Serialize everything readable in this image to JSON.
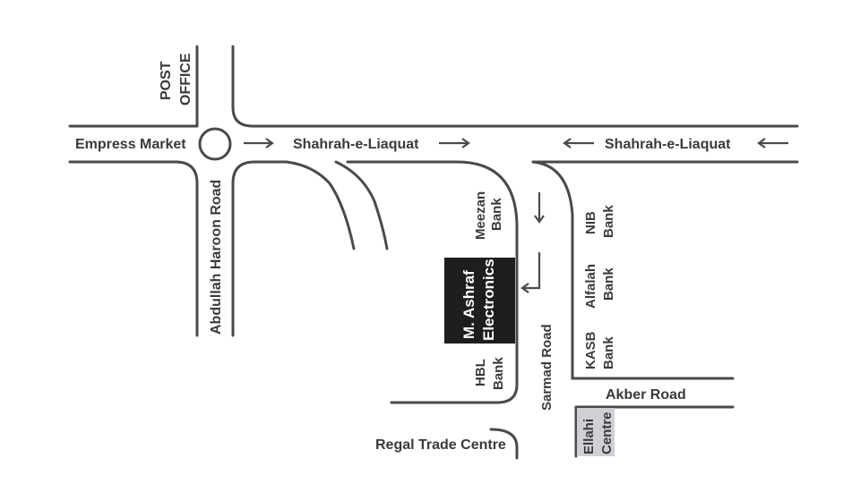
{
  "labels": {
    "post_office_1": "POST",
    "post_office_2": "OFFICE",
    "empress_market": "Empress Market",
    "shahrah_left": "Shahrah-e-Liaquat",
    "shahrah_right": "Shahrah-e-Liaquat",
    "abdullah_haroon": "Abdullah Haroon Road",
    "meezan_1": "Meezan",
    "meezan_2": "Bank",
    "nib_1": "NIB",
    "nib_2": "Bank",
    "alfalah_1": "Alfalah",
    "alfalah_2": "Bank",
    "kasb_1": "KASB",
    "kasb_2": "Bank",
    "ashraf_1": "M. Ashraf",
    "ashraf_2": "Electronics",
    "hbl_1": "HBL",
    "hbl_2": "Bank",
    "sarmad": "Sarmad Road",
    "akber": "Akber Road",
    "regal": "Regal Trade Centre",
    "ellahi_1": "Ellahi",
    "ellahi_2": "Centre"
  },
  "colors": {
    "road": "#4a4a4a",
    "text": "#3a3a3a",
    "highlight_box": "#1e1e1e",
    "ellahi_box": "#cfcfd6"
  }
}
